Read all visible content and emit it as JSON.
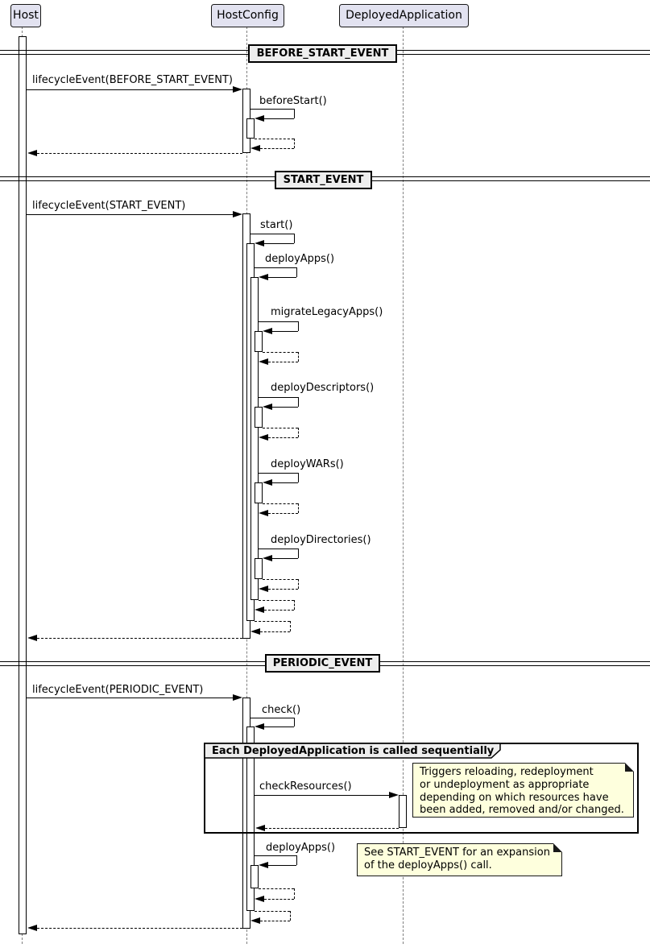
{
  "colors": {
    "participant-fill": "#E2E2F0",
    "participant-border": "#181818",
    "divider-fill": "#EEEEEE",
    "frame-title-fill": "#EEEEEE",
    "note-fill": "#FEFFDD",
    "note-border": "#181818",
    "lifeline": "#808080",
    "line": "#000000"
  },
  "participants": {
    "host": "Host",
    "hostconfig": "HostConfig",
    "deployedapplication": "DeployedApplication"
  },
  "sections": {
    "before_start": {
      "title": "BEFORE_START_EVENT",
      "messages": {
        "lifecycle": "lifecycleEvent(BEFORE_START_EVENT)",
        "before_start": "beforeStart()"
      }
    },
    "start": {
      "title": "START_EVENT",
      "messages": {
        "lifecycle": "lifecycleEvent(START_EVENT)",
        "start": "start()",
        "deploy_apps": "deployApps()",
        "migrate_legacy_apps": "migrateLegacyApps()",
        "deploy_descriptors": "deployDescriptors()",
        "deploy_wars": "deployWARs()",
        "deploy_directories": "deployDirectories()"
      }
    },
    "periodic": {
      "title": "PERIODIC_EVENT",
      "group_title": "Each DeployedApplication is called sequentially",
      "messages": {
        "lifecycle": "lifecycleEvent(PERIODIC_EVENT)",
        "check": "check()",
        "check_resources": "checkResources()",
        "deploy_apps": "deployApps()"
      },
      "notes": {
        "check_resources": "Triggers reloading, redeployment\nor undeployment as appropriate\ndepending on which resources have\nbeen added, removed and/or changed.",
        "deploy_apps": "See START_EVENT for an expansion\nof the deployApps() call."
      }
    }
  }
}
